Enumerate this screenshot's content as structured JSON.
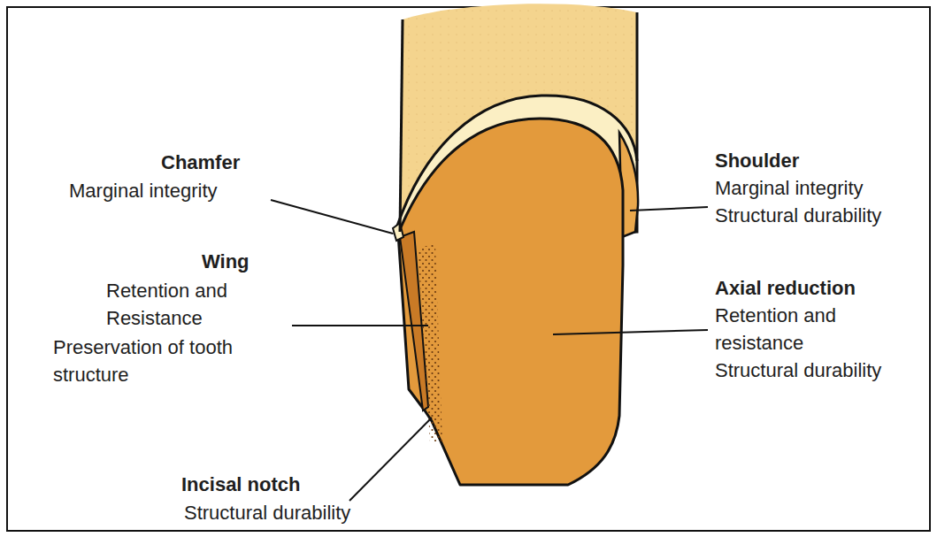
{
  "diagram": {
    "labels": [
      "Chamfer",
      "Marginal integrity",
      "Wing",
      "Retention and Resistance",
      "Preservation of tooth structure",
      "Incisal notch",
      "Structural durability",
      "Shoulder",
      "Marginal integrity",
      "Structural durability",
      "Axial reduction",
      "Retention and resistance",
      "Structural durability"
    ]
  }
}
